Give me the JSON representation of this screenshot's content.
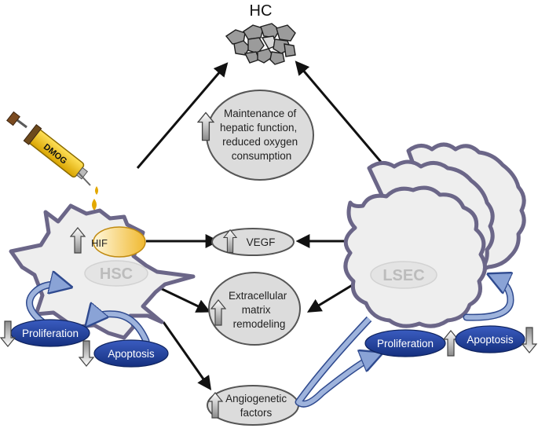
{
  "title": "HC",
  "syringe_label": "DMOG",
  "hsc": {
    "label": "HSC",
    "hif": "HIF",
    "proliferation": "Proliferation",
    "apoptosis": "Apoptosis"
  },
  "lsec": {
    "label": "LSEC",
    "proliferation": "Proliferation",
    "apoptosis": "Apoptosis"
  },
  "effects": {
    "maintenance": [
      "Maintenance of",
      "hepatic function,",
      "reduced oxygen",
      "consumption"
    ],
    "vegf": "VEGF",
    "ecm": [
      "Extracellular",
      "matrix",
      "remodeling"
    ],
    "angio": [
      "Angiogenetic",
      "factors"
    ]
  },
  "colors": {
    "cell_fill": "#eeeeee",
    "cell_border": "#6b6688",
    "ellipse_fill": "#dcdcdc",
    "ellipse_stroke": "#555555",
    "blue_label": "#1f3f99",
    "arrow_blue": "#9eb3dc",
    "hif_gold": "#f2c84b",
    "syringe_yellow": "#f2c200"
  }
}
